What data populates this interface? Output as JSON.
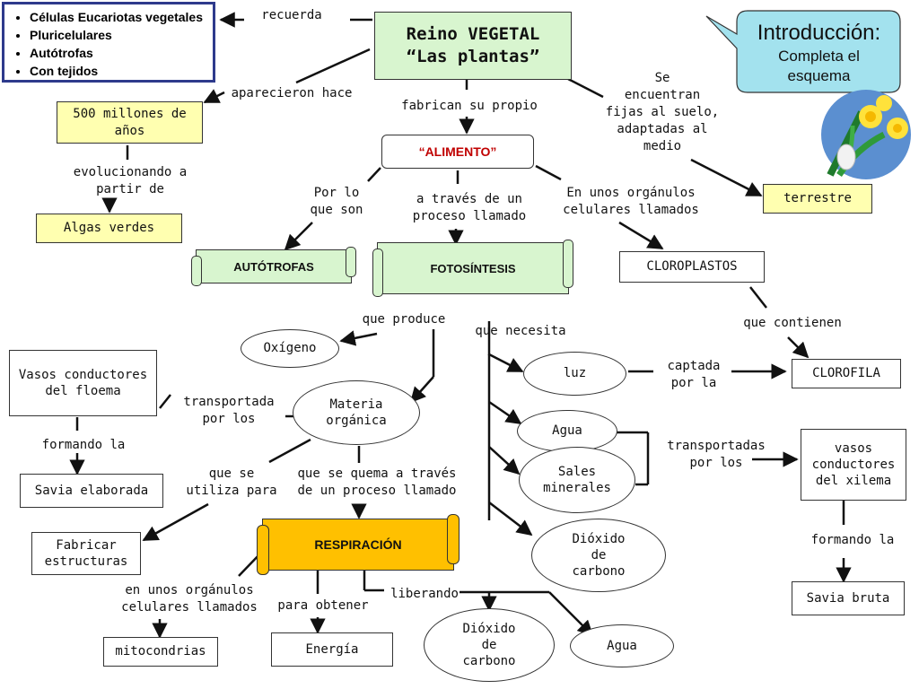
{
  "title": {
    "line1": "Reino VEGETAL",
    "line2": "“Las plantas”"
  },
  "intro": {
    "heading": "Introducción:",
    "line1": "Completa el",
    "line2": "esquema"
  },
  "recuerda_box": {
    "items": [
      "Células Eucariotas vegetales",
      "Pluricelulares",
      "Autótrofas",
      "Con tejidos"
    ]
  },
  "labels": {
    "recuerda": "recuerda",
    "aparecieron": "aparecieron hace",
    "evolucionando": "evolucionando a\npartir de",
    "fabrican": "fabrican su propio",
    "se_encuentran": "Se\nencuentran\nfijas al suelo,\nadaptadas al\nmedio",
    "por_lo_que_son": "Por lo\nque son",
    "a_traves": "a través de un\nproceso llamado",
    "organulos_clor": "En unos orgánulos\ncelulares llamados",
    "que_produce": "que produce",
    "que_necesita": "que necesita",
    "que_contienen": "que contienen",
    "captada": "captada\npor la",
    "transportada": "transportada\npor los",
    "transportadas": "transportadas\npor los",
    "formando_floema": "formando la",
    "formando_xilema": "formando la",
    "que_se_utiliza": "que se\nutiliza para",
    "que_se_quema": "que se quema a través\nde un proceso llamado",
    "organulos_mito": "en unos orgánulos\ncelulares llamados",
    "para_obtener": "para obtener",
    "liberando": "liberando"
  },
  "nodes": {
    "millones": "500 millones de años",
    "algas": "Algas verdes",
    "alimento": "“ALIMENTO”",
    "terrestre": "terrestre",
    "autotrofas": "AUTÓTROFAS",
    "fotosintesis": "FOTOSÍNTESIS",
    "cloroplastos": "CLOROPLASTOS",
    "oxigeno": "Oxígeno",
    "vasos_floema": "Vasos conductores del floema",
    "materia": "Materia orgánica",
    "luz": "luz",
    "clorofila": "CLOROFILA",
    "agua": "Agua",
    "sales": "Sales minerales",
    "vasos_xilema": "vasos conductores del xilema",
    "savia_elaborada": "Savia elaborada",
    "fabricar": "Fabricar estructuras",
    "respiracion": "RESPIRACIÓN",
    "dioxido_top": "Dióxido de carbono",
    "savia_bruta": "Savia bruta",
    "mitocondrias": "mitocondrias",
    "energia": "Energía",
    "dioxido_bottom": "Dióxido de carbono",
    "agua_bottom": "Agua"
  },
  "colors": {
    "green_box": "#d8f5cf",
    "yellow_box": "#ffffb0",
    "orange_box": "#ffc000",
    "callout": "#a3e2ee",
    "navy_border": "#2e3a8c",
    "red_text": "#c00000"
  },
  "icons": {
    "decoration": "daffodil-flower-icon"
  }
}
